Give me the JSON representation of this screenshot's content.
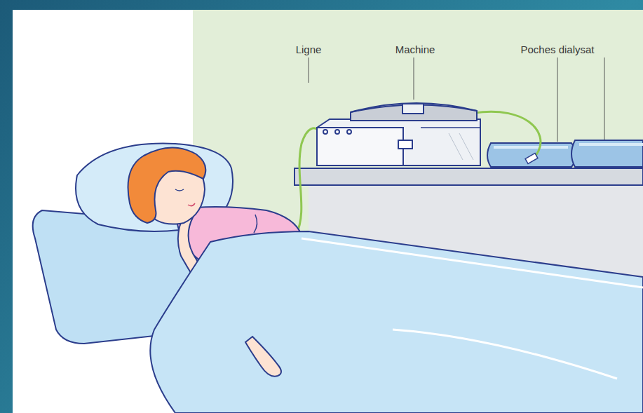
{
  "diagram": {
    "labels": [
      "Ligne",
      "Machine",
      "Poches dialysat"
    ]
  }
}
